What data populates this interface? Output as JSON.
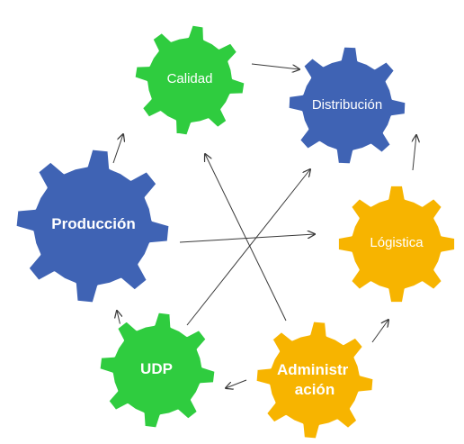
{
  "diagram": {
    "nodes": [
      {
        "id": "calidad",
        "label_lines": [
          "Calidad"
        ],
        "color": "#2fcc3f",
        "bold": false
      },
      {
        "id": "distribucion",
        "label_lines": [
          "Distribución"
        ],
        "color": "#3f63b4",
        "bold": false
      },
      {
        "id": "produccion",
        "label_lines": [
          "Producción"
        ],
        "color": "#3f63b4",
        "bold": true
      },
      {
        "id": "logistica",
        "label_lines": [
          "Lógistica"
        ],
        "color": "#f7b400",
        "bold": false
      },
      {
        "id": "udp",
        "label_lines": [
          "UDP"
        ],
        "color": "#2fcc3f",
        "bold": true
      },
      {
        "id": "administracion",
        "label_lines": [
          "Administr",
          "ación"
        ],
        "color": "#f7b400",
        "bold": true
      }
    ],
    "edges": [
      {
        "from": "calidad",
        "to": "distribucion"
      },
      {
        "from": "logistica",
        "to": "distribucion"
      },
      {
        "from": "produccion",
        "to": "calidad"
      },
      {
        "from": "produccion",
        "to": "logistica"
      },
      {
        "from": "udp",
        "to": "produccion"
      },
      {
        "from": "udp",
        "to": "distribucion"
      },
      {
        "from": "administracion",
        "to": "calidad"
      },
      {
        "from": "administracion",
        "to": "logistica"
      },
      {
        "from": "administracion",
        "to": "udp"
      }
    ]
  }
}
